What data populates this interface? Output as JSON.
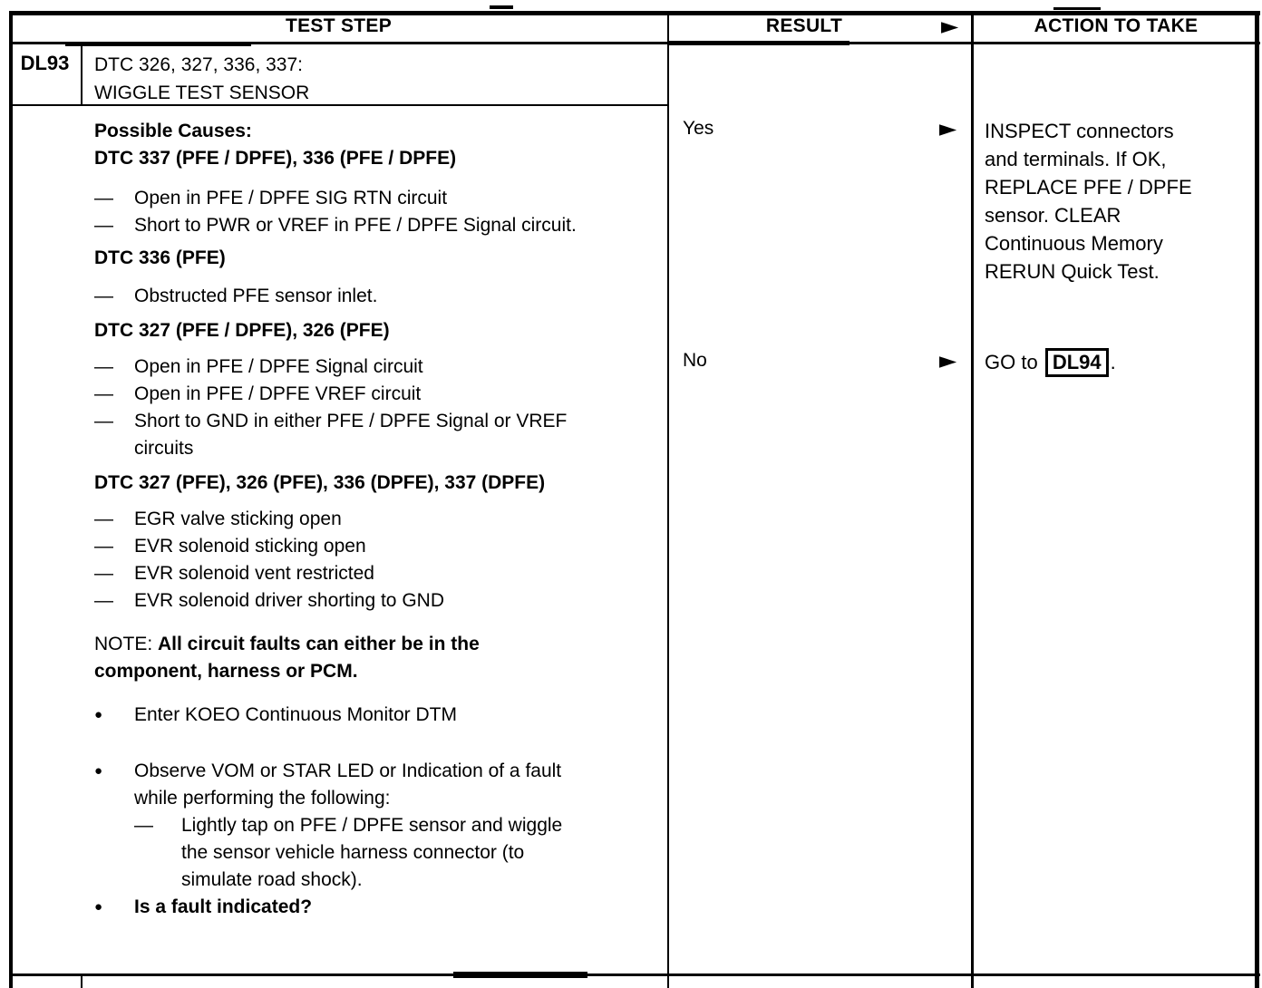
{
  "header": {
    "test_step": "TEST STEP",
    "result": "RESULT",
    "action": "ACTION TO TAKE"
  },
  "glyphs": {
    "dash": "—",
    "bullet": "●",
    "arrow": "►"
  },
  "icons": {
    "result_arrow": "filled-right-triangle"
  },
  "step": {
    "id": "DL93",
    "title_line1": "DTC 326, 327, 336, 337:",
    "title_line2": "WIGGLE TEST SENSOR",
    "possible_causes_label": "Possible Causes:",
    "cause_groups": [
      {
        "heading": "DTC 337 (PFE / DPFE), 336 (PFE / DPFE)",
        "items": [
          "Open in PFE / DPFE SIG RTN circuit",
          "Short to PWR or VREF in PFE / DPFE Signal circuit."
        ]
      },
      {
        "heading": "DTC 336 (PFE)",
        "items": [
          "Obstructed PFE sensor inlet."
        ]
      },
      {
        "heading": "DTC 327 (PFE / DPFE), 326 (PFE)",
        "items": [
          "Open in PFE / DPFE Signal circuit",
          "Open in PFE / DPFE VREF circuit",
          "Short to GND in either PFE / DPFE Signal or VREF circuits"
        ]
      },
      {
        "heading": "DTC 327 (PFE), 326 (PFE), 336 (DPFE), 337 (DPFE)",
        "items": [
          "EGR valve sticking open",
          "EVR solenoid sticking open",
          "EVR solenoid vent restricted",
          "EVR solenoid driver shorting to GND"
        ]
      }
    ],
    "note_label": "NOTE:",
    "note_text": "All circuit faults can either be in the component, harness or PCM.",
    "actions": [
      {
        "text": "Enter KOEO Continuous Monitor DTM"
      },
      {
        "text": "Observe VOM or STAR LED or Indication of a fault while performing the following:",
        "sub": "Lightly tap on PFE / DPFE sensor and wiggle the sensor vehicle harness connector (to simulate road shock)."
      }
    ],
    "question": "Is a fault indicated?"
  },
  "rows": [
    {
      "result": "Yes",
      "action": "INSPECT connectors and terminals. If OK, REPLACE PFE / DPFE sensor. CLEAR Continuous Memory RERUN Quick Test."
    },
    {
      "result": "No",
      "action_prefix": "GO to",
      "action_link": "DL94",
      "action_suffix": "."
    }
  ]
}
